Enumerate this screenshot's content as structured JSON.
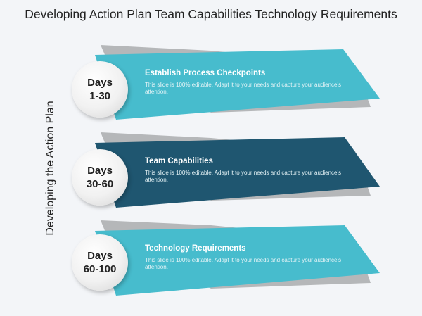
{
  "title": "Developing Action Plan Team Capabilities Technology Requirements",
  "side_label": "Developing the Action Plan",
  "colors": {
    "teal": "#47bccd",
    "dark_blue": "#1f5670",
    "gray": "#b5b7b9"
  },
  "stages": [
    {
      "days_label": "Days",
      "range": "1-30",
      "heading": "Establish Process Checkpoints",
      "body": "This slide is 100% editable. Adapt it to your needs and capture your audience's attention."
    },
    {
      "days_label": "Days",
      "range": "30-60",
      "heading": "Team Capabilities",
      "body": "This slide is 100% editable. Adapt it to your needs and capture your audience's attention."
    },
    {
      "days_label": "Days",
      "range": "60-100",
      "heading": "Technology Requirements",
      "body": "This slide is 100% editable. Adapt it to your needs and capture your audience's attention."
    }
  ]
}
